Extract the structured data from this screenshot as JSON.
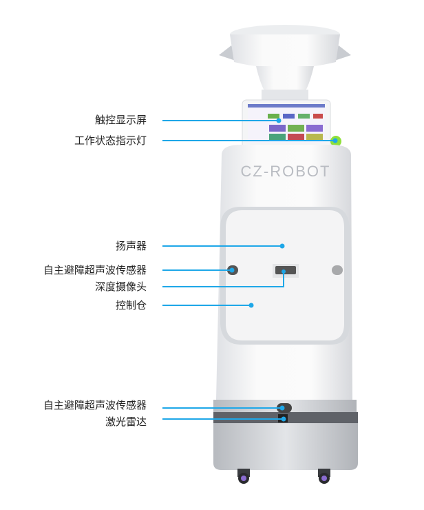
{
  "brand": {
    "logo": "CZ-ROBOT"
  },
  "callouts": [
    {
      "label": "触控显示屏"
    },
    {
      "label": "工作状态指示灯"
    },
    {
      "label": "扬声器"
    },
    {
      "label": "自主避障超声波传感器"
    },
    {
      "label": "深度摄像头"
    },
    {
      "label": "控制仓"
    },
    {
      "label": "自主避障超声波传感器"
    },
    {
      "label": "激光雷达"
    }
  ],
  "colors": {
    "callout_line": "#1ea7e8",
    "indicator_light": "#8fe03a"
  }
}
